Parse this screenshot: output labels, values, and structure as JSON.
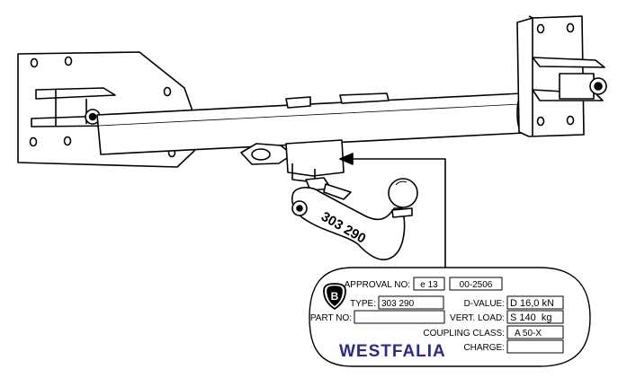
{
  "hitch": {
    "part_number": "303 290"
  },
  "plate": {
    "approval_label": "APPROVAL NO:",
    "approval_value1": "e 13",
    "approval_value2": "00-2506",
    "type_label": "TYPE:",
    "type_value": "303 290",
    "part_label": "PART NO:",
    "part_value": "",
    "d_value_label": "D-VALUE:",
    "d_value": "D 16,0 kN",
    "vert_load_label": "VERT. LOAD:",
    "vert_load_value": "S 140  kg",
    "coupling_class_label": "COUPLING CLASS:",
    "coupling_class_value": "A 50-X",
    "charge_label": "CHARGE:",
    "charge_value": "",
    "brand": "WESTFALIA",
    "logo_letter": "B"
  }
}
